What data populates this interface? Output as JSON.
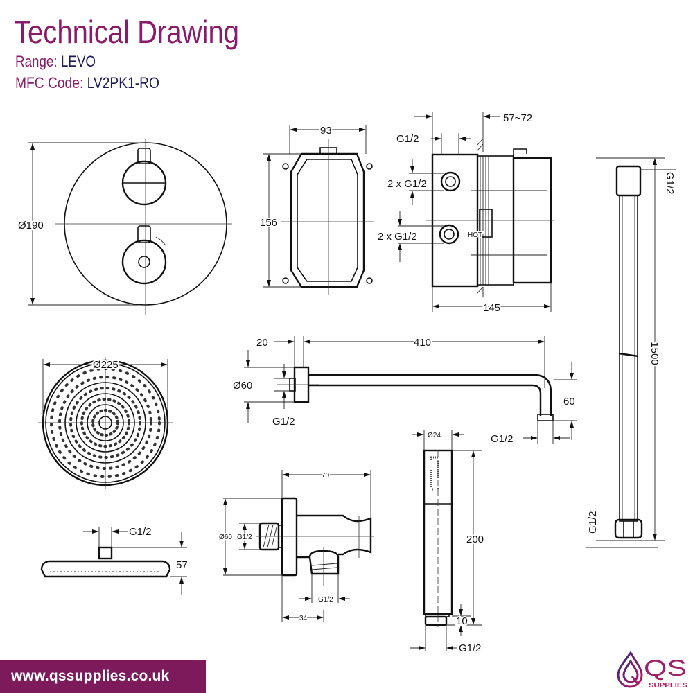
{
  "header": {
    "title": "Technical Drawing",
    "range_label": "Range:",
    "range_value": "LEVO",
    "code_label": "MFC Code:",
    "code_value": "LV2PK1-RO"
  },
  "footer": {
    "url": "www.qssupplies.co.uk"
  },
  "logo": {
    "name": "QS",
    "sub": "SUPPLIES"
  },
  "colors": {
    "brand_purple": "#8b1a6b",
    "navy": "#1d1d5c",
    "footer_bg": "#7c1a5c"
  },
  "drawings": {
    "valve_plate": {
      "diameter": "Ø190"
    },
    "valve_box_front": {
      "width": "93",
      "height": "156"
    },
    "valve_body_side": {
      "depth": "57~72",
      "inlet": "G1/2",
      "outlets_top": "2 x G1/2",
      "outlets_bottom": "2 x G1/2",
      "hot": "HOT",
      "width": "145"
    },
    "shower_arm": {
      "flange": "20",
      "length": "410",
      "flange_dia": "Ø60",
      "thread_wall": "G1/2",
      "drop": "60",
      "thread_head": "G1/2"
    },
    "hose": {
      "length": "1500",
      "thread_top": "G1/2",
      "thread_bottom": "G1/2"
    },
    "shower_head_front": {
      "diameter": "Ø225"
    },
    "shower_head_side": {
      "thread": "G1/2",
      "height": "57"
    },
    "wall_outlet": {
      "width": "70",
      "flange_dia": "Ø60",
      "thread_in": "G1/2",
      "thread_out": "G1/2",
      "offset": "34"
    },
    "hand_shower": {
      "diameter": "Ø24",
      "length": "200",
      "thread_length": "10",
      "thread": "G1/2"
    }
  }
}
